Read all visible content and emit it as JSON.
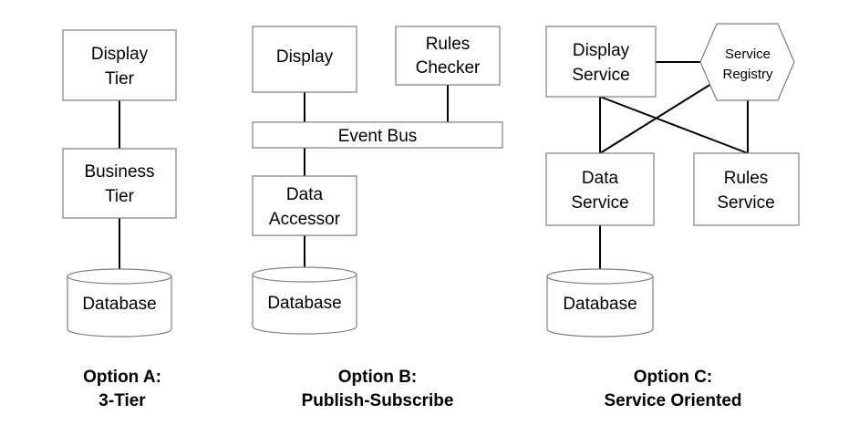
{
  "option_a": {
    "display": [
      "Display",
      "Tier"
    ],
    "business": [
      "Business",
      "Tier"
    ],
    "database": "Database",
    "caption": [
      "Option A:",
      "3-Tier"
    ]
  },
  "option_b": {
    "display": "Display",
    "rules": [
      "Rules",
      "Checker"
    ],
    "event_bus": "Event Bus",
    "accessor": [
      "Data",
      "Accessor"
    ],
    "database": "Database",
    "caption": [
      "Option B:",
      "Publish-Subscribe"
    ]
  },
  "option_c": {
    "display": [
      "Display",
      "Service"
    ],
    "registry": [
      "Service",
      "Registry"
    ],
    "data": [
      "Data",
      "Service"
    ],
    "rules": [
      "Rules",
      "Service"
    ],
    "database": "Database",
    "caption": [
      "Option C:",
      "Service Oriented"
    ]
  }
}
